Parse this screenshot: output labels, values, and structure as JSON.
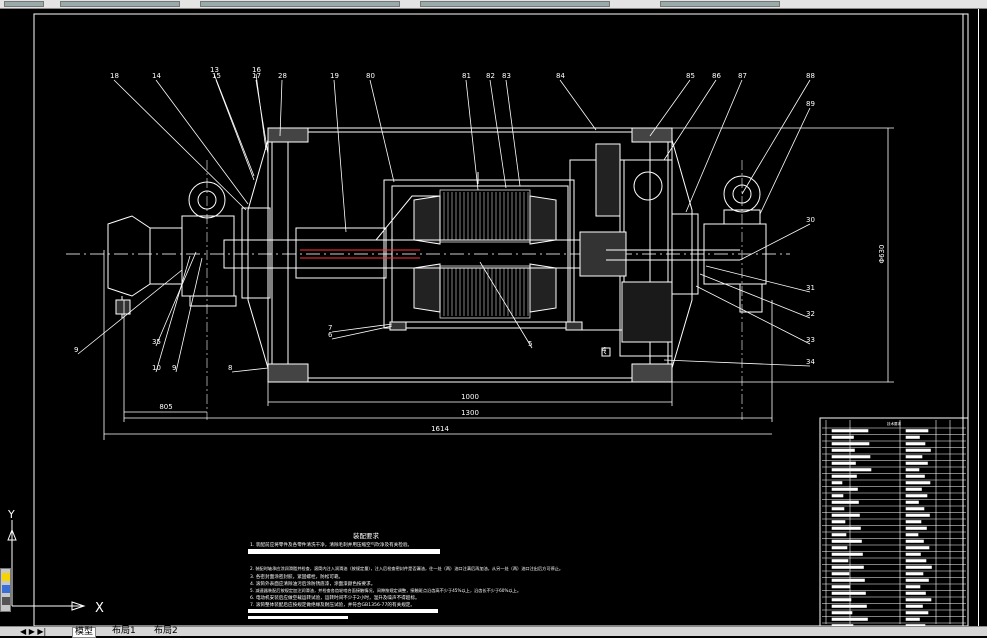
{
  "title_block": {
    "heading": "技术要求"
  },
  "callouts": [
    "18",
    "14",
    "13",
    "15",
    "16",
    "17",
    "28",
    "19",
    "80",
    "81",
    "82",
    "83",
    "84",
    "85",
    "86",
    "87",
    "88",
    "89",
    "30",
    "31",
    "32",
    "33",
    "34",
    "35",
    "10",
    "9",
    "8",
    "7",
    "6",
    "5",
    "4",
    "9"
  ],
  "callout_pairs": [
    [
      "13",
      "14"
    ],
    [
      "13",
      "15"
    ],
    [
      "17",
      "28"
    ]
  ],
  "dimensions": {
    "d1000": "1000",
    "d1300": "1300",
    "d805": "805",
    "d1614": "1614",
    "d_vertical": "Φ630"
  },
  "notes": {
    "heading": "装配要求",
    "lines": [
      "1. 装配前应将零件及各零件清洗干净，清除毛刺并用压缩空气吹净及有关检验。",
      "2. 装配时轴承应涂润滑脂并检查，滚筒内注入润滑油（按规定量），注入后检查密封件是否漏油，往一处（两）油口注满后再加油，从另一处（两）油口注出后方可停止。",
      "3. 各密封面涂密封胶，紧固螺栓，防松可靠。",
      "4. 滚筒外表面应清除油污后涂防锈底漆，涂面漆颜色按要求。",
      "5. 减速器装配后按规定加注润滑油，并检查各齿轮啮合面接触情况，间隙按规定调整，接触斑点沿齿高不少于45%以上，沿齿长不少于60%以上。",
      "6. 电动机安装后应做空载运转试验，运转时间不少于2小时，温升及噪声不得超标。",
      "7. 滚筒整体装配后应按规定做绝缘及耐压试验，并符合GB1356-77的有关规定。"
    ]
  },
  "ucs": {
    "y_label": "Y",
    "x_label": "X"
  },
  "tabs": {
    "nav": "◀ ▶ ▶|",
    "model": "模型",
    "layout1": "布局1",
    "layout2": "布局2"
  }
}
